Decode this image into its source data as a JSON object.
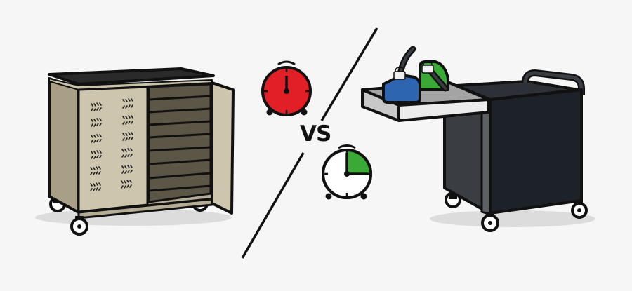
{
  "scene": {
    "title": "Cabinet vs Cart comparison",
    "background": "#f6f6f6",
    "vs_label": "VS"
  },
  "left": {
    "item": "storage-cabinet",
    "colors": {
      "body": "#b0a88f",
      "door": "#c8c0aa",
      "shelves": "#5a5446",
      "top": "#2a2a2a",
      "outline": "#111111"
    },
    "shelf_count": 8
  },
  "right": {
    "item": "mobile-cart",
    "colors": {
      "body": "#1d2128",
      "side": "#3a3d42",
      "tray": "#a4a4a4",
      "bag_blue": "#2e65b1",
      "bag_green": "#3aa935"
    },
    "bags": [
      "blue-bag",
      "green-bag"
    ]
  },
  "clocks": [
    {
      "name": "slow-clock",
      "fill": "#e21f26",
      "position": "left-top",
      "elapsed_fraction": 1.0
    },
    {
      "name": "fast-clock",
      "fill": "#ffffff",
      "wedge": "#3aa935",
      "position": "right-bottom",
      "elapsed_fraction": 0.25
    }
  ],
  "divider": {
    "color": "#111111"
  }
}
